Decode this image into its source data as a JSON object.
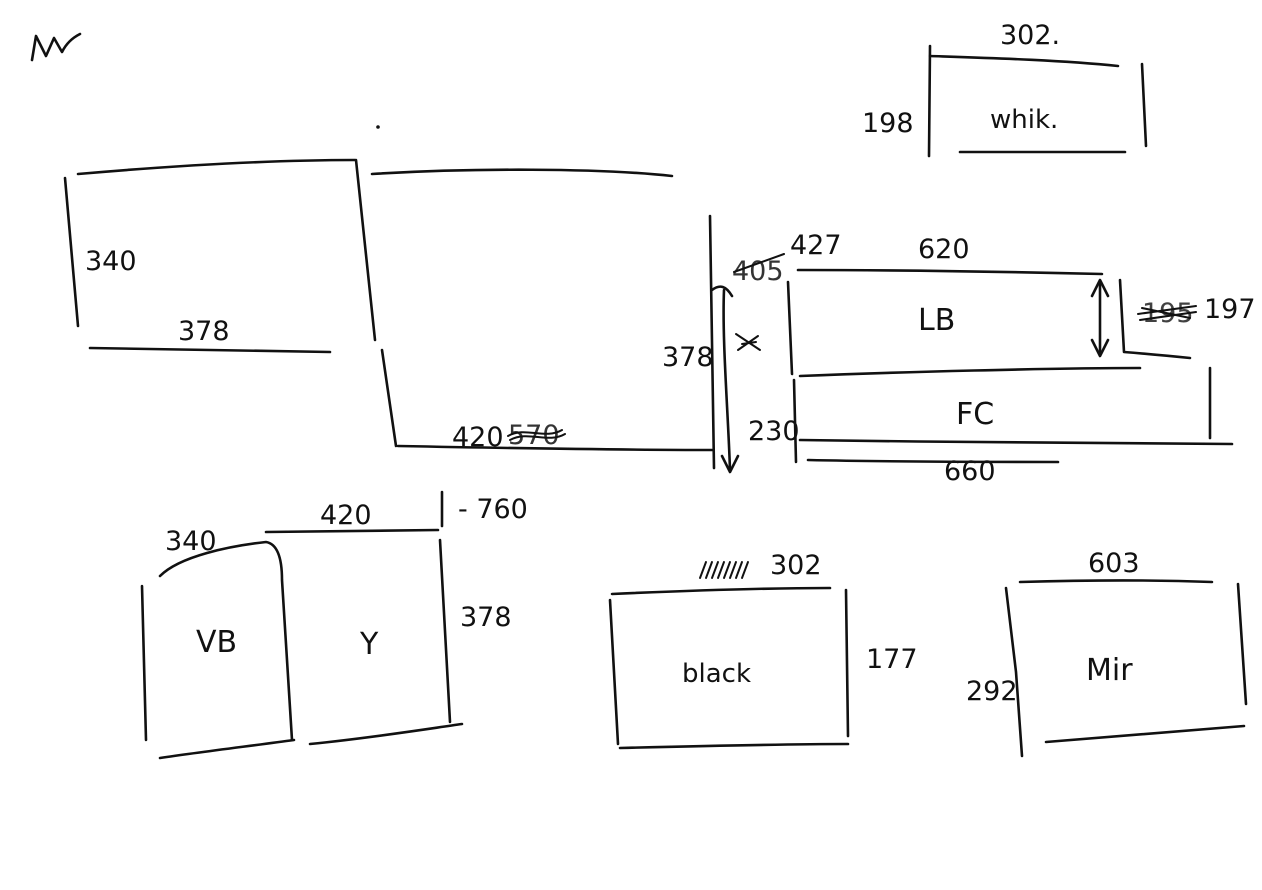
{
  "initials": "M",
  "boxes": {
    "white": {
      "label": "whik.",
      "width": "302.",
      "height": "198"
    },
    "left_box": {
      "height": "340",
      "width": "378"
    },
    "middle": {
      "width": "420",
      "height": "378",
      "struck_width": "570"
    },
    "lb": {
      "label": "LB",
      "width": "620",
      "height": "197",
      "offset_struck": "405",
      "offset": "427",
      "height_struck": "195"
    },
    "fc": {
      "label": "FC",
      "height": "230",
      "width": "660"
    },
    "vb": {
      "label": "VB",
      "width": "340"
    },
    "y": {
      "label": "Y",
      "width": "420",
      "height": "378",
      "total": "- 760"
    },
    "black": {
      "label": "black",
      "width": "302",
      "height": "177"
    },
    "mir": {
      "label": "Mir",
      "width": "603",
      "height": "292"
    }
  }
}
